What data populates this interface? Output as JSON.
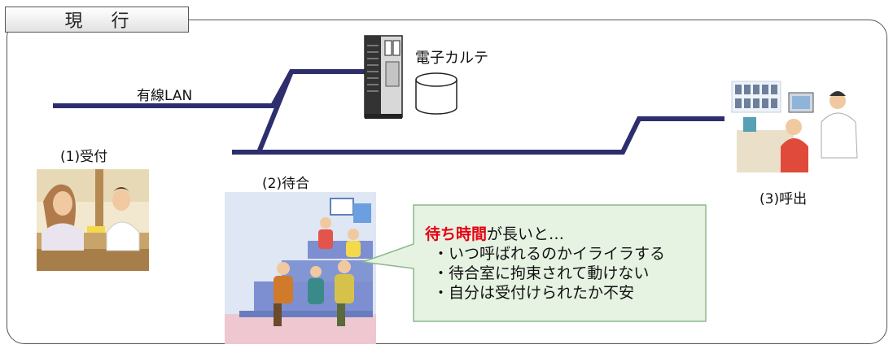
{
  "header": {
    "title": "現 行"
  },
  "labels": {
    "network": "有線LAN",
    "emr": "電子カルテ",
    "reception": "(1)受付",
    "waiting": "(2)待合",
    "calling": "(3)呼出"
  },
  "callout": {
    "highlight": "待ち時間",
    "lead_suffix": "が長いと…",
    "items": [
      "・いつ呼ばれるのかイライラする",
      "・待合室に拘束されて動けない",
      "・自分は受付けられたか不安"
    ]
  },
  "colors": {
    "network_line": "#2e2e6e",
    "callout_fill": "#e6f2e2",
    "callout_border": "#8bb88b",
    "highlight": "#e60012",
    "frame": "#555555"
  }
}
